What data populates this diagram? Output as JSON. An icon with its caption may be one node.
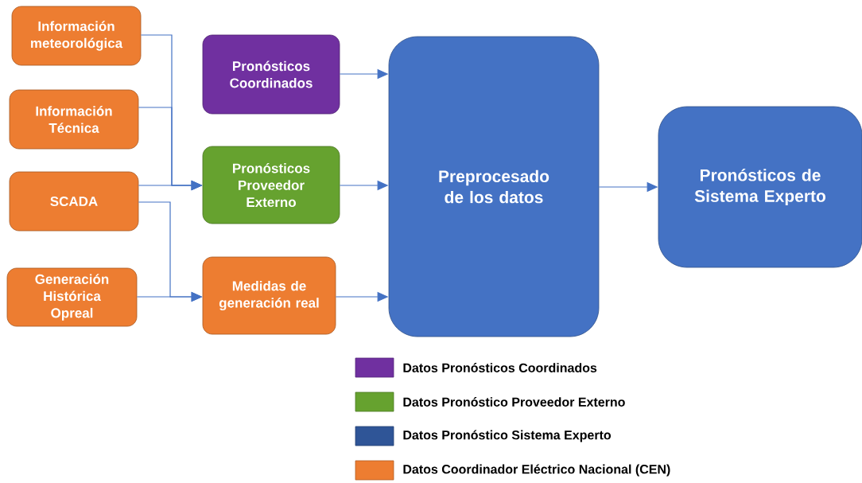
{
  "diagram": {
    "nodes": [
      {
        "text": [
          "Información meteorológica"
        ]
      },
      {
        "text": [
          "Información Técnica"
        ]
      },
      {
        "text": [
          "SCADA"
        ]
      },
      {
        "text": [
          "Generación Histórica Opreal"
        ]
      },
      {
        "text": [
          "Pronósticos Coordinados"
        ]
      },
      {
        "text": [
          "Pronósticos Proveedor Externo"
        ]
      },
      {
        "text": [
          "Medidas de generación real"
        ]
      },
      {
        "text": [
          "Preprocesado de los datos"
        ]
      },
      {
        "text": [
          "Pronósticos de Sistema Experto"
        ]
      }
    ],
    "edges": [
      {
        "from": 0,
        "to": 5,
        "arrow": "to"
      },
      {
        "from": 1,
        "to": 5,
        "arrow": "to"
      },
      {
        "from": 2,
        "to": 5,
        "arrow": "to"
      },
      {
        "from": 2,
        "to": 6,
        "arrow": "to"
      },
      {
        "from": 3,
        "to": 6,
        "arrow": "to"
      },
      {
        "from": 4,
        "to": 7,
        "arrow": "to"
      },
      {
        "from": 5,
        "to": 7,
        "arrow": "to"
      },
      {
        "from": 6,
        "to": 7,
        "arrow": "to"
      },
      {
        "from": 7,
        "to": 8,
        "arrow": "to"
      }
    ],
    "legend": [
      {
        "text": "Datos Pronósticos Coordinados",
        "color": "#7030a0"
      },
      {
        "text": "Datos Pronóstico Proveedor Externo",
        "color": "#66a22f"
      },
      {
        "text": "Datos Pronóstico Sistema Experto",
        "color": "#2f5597"
      },
      {
        "text": "Datos Coordinador Eléctrico Nacional (CEN)",
        "color": "#ed7d31"
      }
    ]
  }
}
